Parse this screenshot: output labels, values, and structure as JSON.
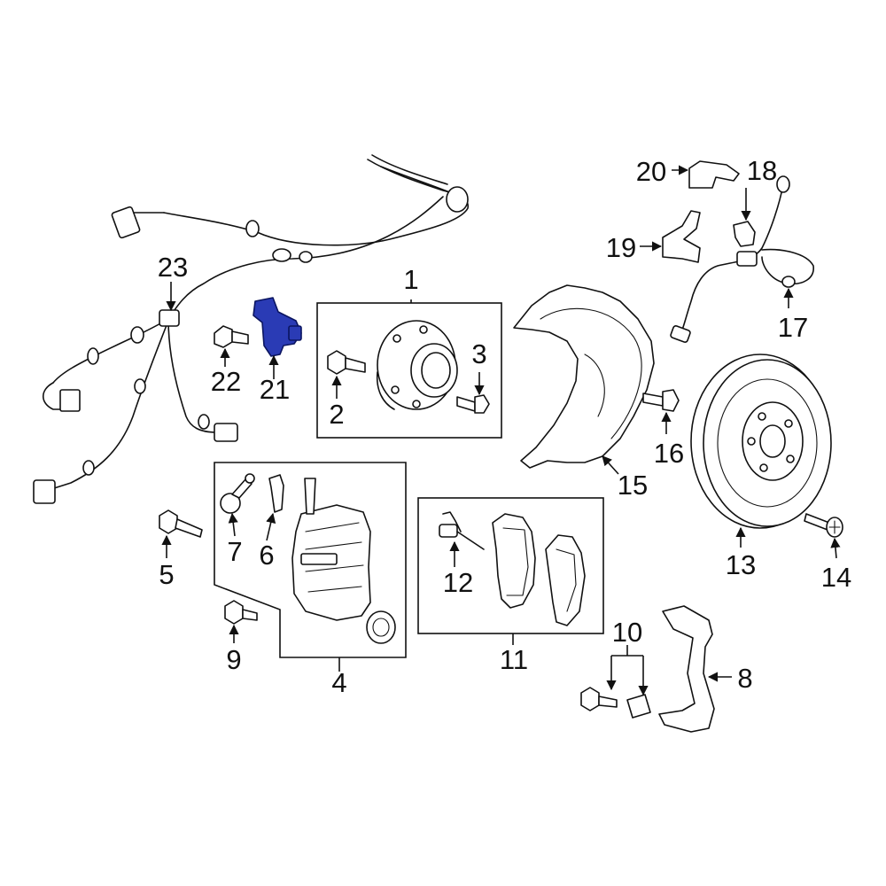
{
  "diagram": {
    "highlight_color": "#2a3bb5",
    "callouts": [
      {
        "id": "1",
        "label": "1"
      },
      {
        "id": "2",
        "label": "2"
      },
      {
        "id": "3",
        "label": "3"
      },
      {
        "id": "4",
        "label": "4"
      },
      {
        "id": "5",
        "label": "5"
      },
      {
        "id": "6",
        "label": "6"
      },
      {
        "id": "7",
        "label": "7"
      },
      {
        "id": "8",
        "label": "8"
      },
      {
        "id": "9",
        "label": "9"
      },
      {
        "id": "10",
        "label": "10"
      },
      {
        "id": "11",
        "label": "11"
      },
      {
        "id": "12",
        "label": "12"
      },
      {
        "id": "13",
        "label": "13"
      },
      {
        "id": "14",
        "label": "14"
      },
      {
        "id": "15",
        "label": "15"
      },
      {
        "id": "16",
        "label": "16"
      },
      {
        "id": "17",
        "label": "17"
      },
      {
        "id": "18",
        "label": "18"
      },
      {
        "id": "19",
        "label": "19"
      },
      {
        "id": "20",
        "label": "20"
      },
      {
        "id": "21",
        "label": "21"
      },
      {
        "id": "22",
        "label": "22"
      },
      {
        "id": "23",
        "label": "23"
      }
    ]
  }
}
